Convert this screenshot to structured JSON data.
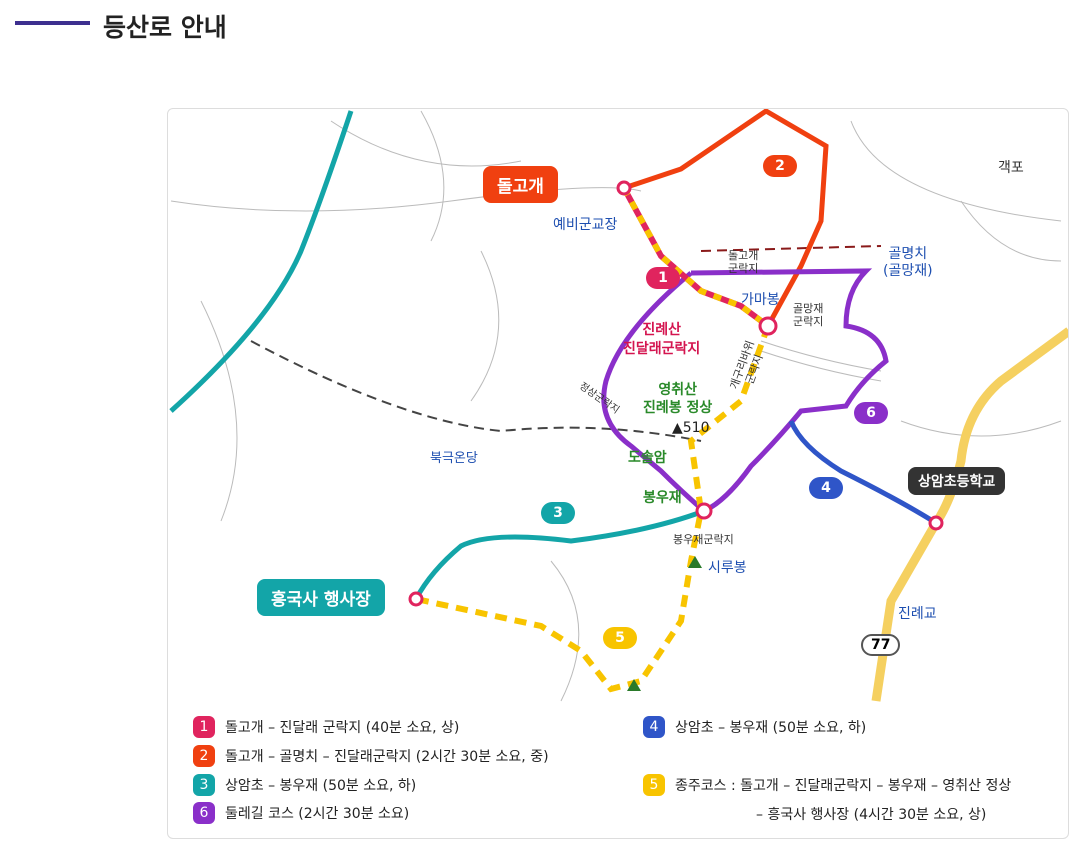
{
  "header": {
    "title": "등산로 안내",
    "accent": "#3d2f8f"
  },
  "map": {
    "start_tags": {
      "dolgogae": "돌고개",
      "heungguksa": "흥국사 행사장",
      "sangam_school": "상암초등학교"
    },
    "labels": {
      "gaekpo": "객포",
      "yebigun": "예비군교장",
      "dolgogae_camp": "돌고개\n군락지",
      "gamabong": "가마봉",
      "golmyeongchi": "골명치\n(골망재)",
      "golmangjae_camp": "골망재\n군락지",
      "jinryesan": "진례산\n진달래군락지",
      "gaeguri": "개구리바위\n군락지",
      "jeongsang_camp": "정상군락지",
      "yeongchwisan": "영취산\n진례봉 정상",
      "peak_height": "▲510",
      "dosolam": "도솔암",
      "bukgukondang": "북극온당",
      "bongujae": "봉우재",
      "bongujae_camp": "봉우재군락지",
      "sirubong": "시루봉",
      "jinryegyo": "진례교",
      "road": "77"
    },
    "route_numbers": [
      "1",
      "2",
      "3",
      "4",
      "5",
      "6"
    ]
  },
  "routes": [
    {
      "no": "1",
      "color": "#e0245e",
      "text": "돌고개 – 진달래 군락지 (40분 소요, 상)"
    },
    {
      "no": "2",
      "color": "#f04010",
      "text": "돌고개 – 골명치 – 진달래군락지 (2시간 30분 소요, 중)"
    },
    {
      "no": "3",
      "color": "#13a5a8",
      "text": "상암초 – 봉우재 (50분 소요, 하)"
    },
    {
      "no": "6",
      "color": "#8a2fc9",
      "text": "둘레길 코스 (2시간 30분 소요)"
    },
    {
      "no": "4",
      "color": "#2f55c8",
      "text": "상암초 – 봉우재 (50분 소요, 하)"
    },
    {
      "no": "5",
      "color": "#f8c400",
      "text": "종주코스 : 돌고개 – 진달래군락지 – 봉우재 – 영취산 정상",
      "text2": "– 흥국사 행사장 (4시간 30분 소요, 상)"
    }
  ]
}
